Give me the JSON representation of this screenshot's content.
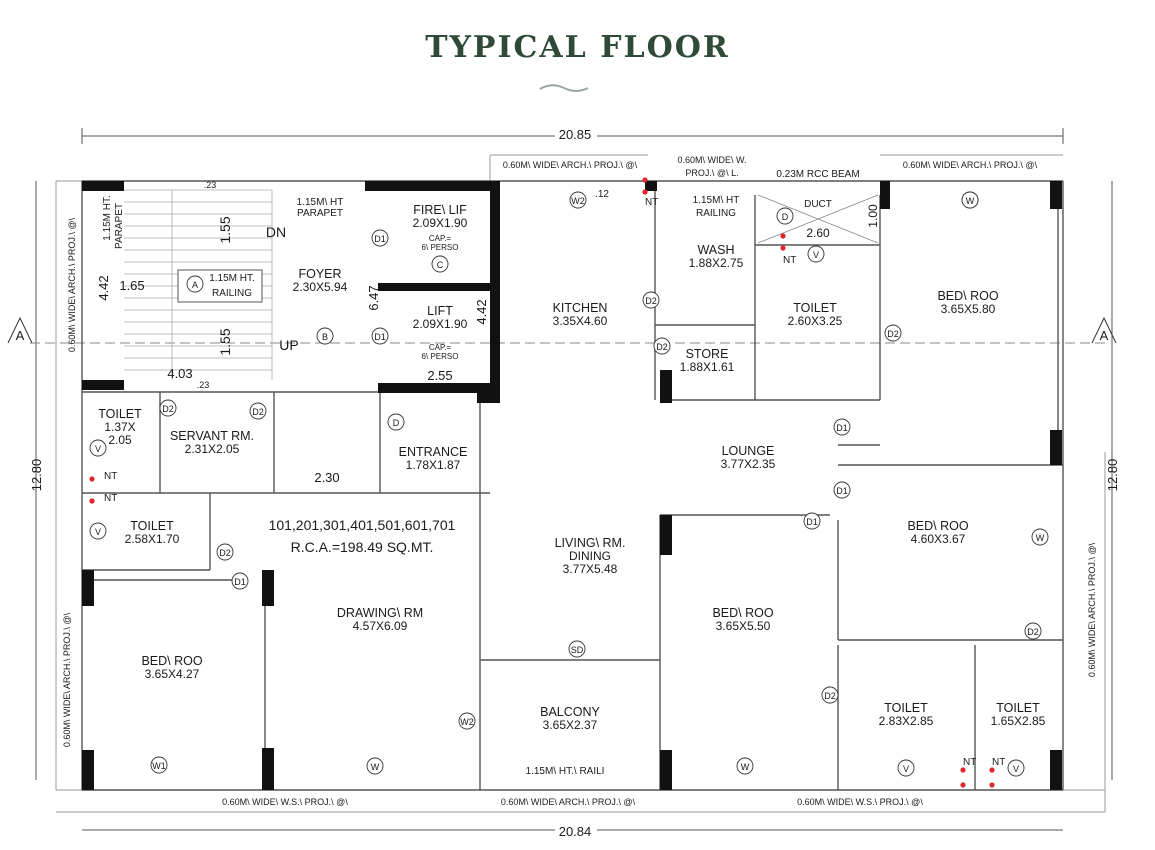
{
  "title": "TYPICAL FLOOR",
  "colors": {
    "title": "#2f4a36",
    "wall": "#111111",
    "thin": "#6b6b6b",
    "dot": "#e0262a",
    "units": "#e0262a",
    "rca": "#2e4aa6"
  },
  "dimensions": {
    "top": "20.85",
    "bottom": "20.84",
    "left": "12.80",
    "right": "12.80",
    "section": "A"
  },
  "rooms": [
    {
      "id": "toilet1",
      "lines": [
        "TOILET",
        "1.37X",
        "2.05"
      ]
    },
    {
      "id": "servant",
      "lines": [
        "SERVANT RM.",
        "2.31X2.05"
      ]
    },
    {
      "id": "toilet2",
      "lines": [
        "TOILET",
        "2.58X1.70"
      ]
    },
    {
      "id": "foyer",
      "lines": [
        "FOYER",
        "2.30X5.94"
      ]
    },
    {
      "id": "fire_lift",
      "lines": [
        "FIRE\\ LIF",
        "2.09X1.90"
      ]
    },
    {
      "id": "lift",
      "lines": [
        "LIFT",
        "2.09X1.90"
      ]
    },
    {
      "id": "entrance",
      "lines": [
        "ENTRANCE",
        "1.78X1.87"
      ]
    },
    {
      "id": "kitchen",
      "lines": [
        "KITCHEN",
        "3.35X4.60"
      ]
    },
    {
      "id": "wash",
      "lines": [
        "WASH",
        "1.88X2.75"
      ]
    },
    {
      "id": "store",
      "lines": [
        "STORE",
        "1.88X1.61"
      ]
    },
    {
      "id": "toilet3",
      "lines": [
        "TOILET",
        "2.60X3.25"
      ]
    },
    {
      "id": "bed_tr",
      "lines": [
        "BED\\ ROO",
        "3.65X5.80"
      ]
    },
    {
      "id": "lounge",
      "lines": [
        "LOUNGE",
        "3.77X2.35"
      ]
    },
    {
      "id": "living",
      "lines": [
        "LIVING\\ RM.",
        "DINING",
        "3.77X5.48"
      ]
    },
    {
      "id": "bed_mr",
      "lines": [
        "BED\\ ROO",
        "4.60X3.67"
      ]
    },
    {
      "id": "bed_l",
      "lines": [
        "BED\\ ROO",
        "3.65X4.27"
      ]
    },
    {
      "id": "drawing",
      "lines": [
        "DRAWING\\ RM",
        "4.57X6.09"
      ]
    },
    {
      "id": "balcony",
      "lines": [
        "BALCONY",
        "3.65X2.37"
      ]
    },
    {
      "id": "bed_c",
      "lines": [
        "BED\\ ROO",
        "3.65X5.50"
      ]
    },
    {
      "id": "toilet4",
      "lines": [
        "TOILET",
        "2.83X2.85"
      ]
    },
    {
      "id": "toilet5",
      "lines": [
        "TOILET",
        "1.65X2.85"
      ]
    }
  ],
  "notes": [
    "1.15M\\ HT",
    "PARAPET",
    "1.15M HT.",
    "PARAPET",
    "1.15M HT.",
    "RAILING",
    "CAP.=",
    "6\\ PERSO",
    "CAP.=",
    "6\\ PERSO",
    "2.55",
    "DN",
    "UP",
    "1.55",
    "1.55",
    "4.42",
    "1.65",
    "4.03",
    "6.47",
    "4.42",
    "2.30",
    "2.60",
    "1.00",
    "DUCT",
    "0.23M RCC BEAM",
    "1.15M\\ HT",
    "RAILING",
    "1.15M\\ HT.\\ RAILI",
    "0.60M\\ WIDE\\ ARCH.\\ PROJ.\\ @\\",
    "0.60M\\ WIDE\\ W.",
    "PROJ.\\ @\\ L.",
    "0.60M\\ WIDE\\ ARCH.\\ PROJ.\\ @\\",
    "0.60M\\ WIDE\\ ARCH.\\ PROJ.\\ @\\",
    "0.60M\\ WIDE\\ W.S.\\ PROJ.\\ @\\",
    "0.60M\\ WIDE\\ ARCH.\\ PROJ.\\ @\\",
    "0.60M\\ WIDE\\ W.S.\\ PROJ.\\ @\\",
    "0.60M\\ WIDE\\ ARCH.\\ PROJ.\\ @\\",
    "0.60M\\ WIDE\\ ARCH.\\ PROJ.\\ @\\",
    ".23",
    ".23",
    ".12"
  ],
  "callouts": [
    "D1",
    "D2",
    "D",
    "W",
    "W1",
    "W2",
    "V",
    "NT",
    "SD",
    "A",
    "B",
    "C"
  ],
  "unit_numbers": "101,201,301,401,501,601,701",
  "rca": "R.C.A.=198.49 SQ.MT."
}
